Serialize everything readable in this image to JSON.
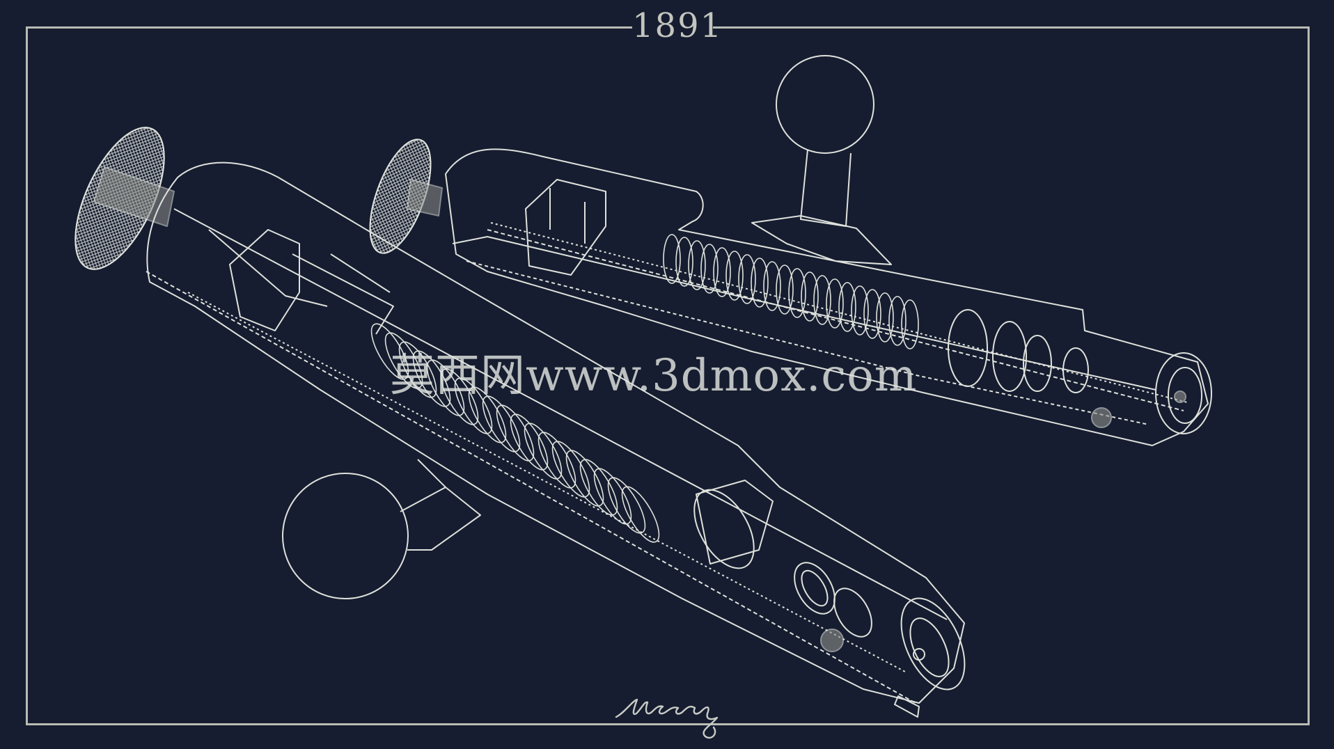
{
  "drawing": {
    "year": "1891",
    "watermark": "莫西网www.3dmox.com",
    "signature_text": "Мосин",
    "colors": {
      "background": "#161d30",
      "frame": "#b9bcb4",
      "line": "#dfe2dc"
    },
    "icons": {
      "upper_assembly": "bolt-assembly-upper-icon",
      "lower_assembly": "bolt-assembly-lower-icon",
      "signature": "signature-icon"
    }
  }
}
